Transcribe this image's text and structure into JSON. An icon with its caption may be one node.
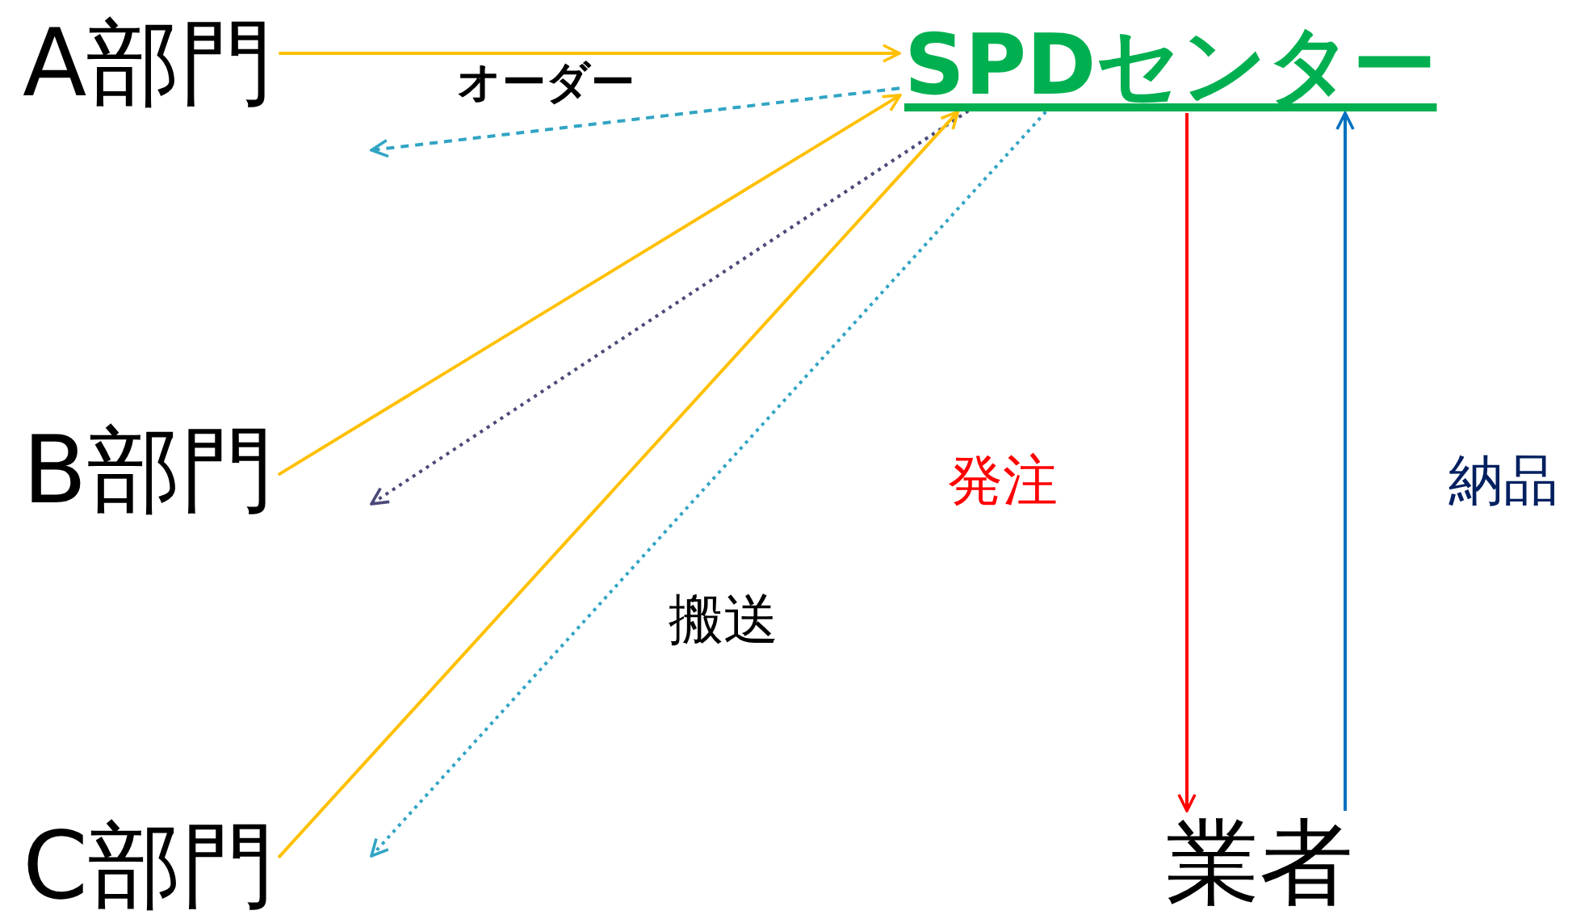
{
  "diagram": {
    "nodes": [
      {
        "text": [
          "A部門"
        ]
      },
      {
        "text": [
          "B部門"
        ]
      },
      {
        "text": [
          "C部門"
        ]
      },
      {
        "text": [
          "SPDセンター"
        ]
      },
      {
        "text": [
          "業者"
        ]
      }
    ],
    "edges": [
      {
        "from": 0,
        "to": 3,
        "arrow": "to"
      },
      {
        "from": 3,
        "to": 0,
        "arrow": "to",
        "style": "dashed",
        "color": "#31a4c4"
      },
      {
        "from": 1,
        "to": 3,
        "arrow": "to"
      },
      {
        "from": 3,
        "to": 1,
        "arrow": "to",
        "style": "dashed",
        "color": "#4b4a7a"
      },
      {
        "from": 2,
        "to": 3,
        "arrow": "to"
      },
      {
        "from": 3,
        "to": 2,
        "arrow": "to",
        "style": "dashed",
        "color": "#31a4c4"
      },
      {
        "from": 3,
        "to": 4,
        "arrow": "to",
        "color": "#ff0000"
      },
      {
        "from": 4,
        "to": 3,
        "arrow": "to",
        "color": "#0070c0"
      }
    ],
    "labels": [
      "オーダー",
      "搬送",
      "発注",
      "納品"
    ]
  }
}
